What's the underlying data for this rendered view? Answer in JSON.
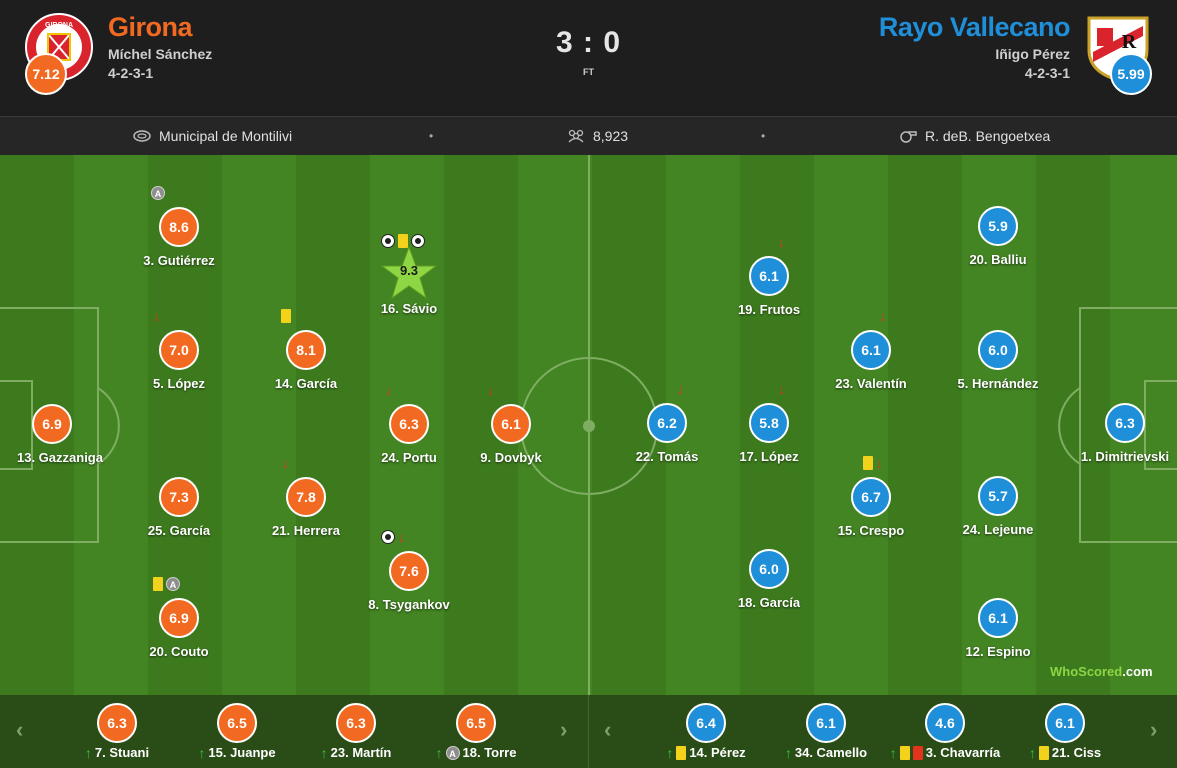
{
  "header": {
    "home_team": "Girona",
    "home_manager": "Míchel Sánchez",
    "home_formation": "4-2-3-1",
    "home_rating": "7.12",
    "away_team": "Rayo Vallecano",
    "away_manager": "Iñigo Pérez",
    "away_formation": "4-2-3-1",
    "away_rating": "5.99",
    "score": "3 : 0",
    "status": "FT",
    "home_crest_text": "GIRONA",
    "away_crest_text": "R"
  },
  "info": {
    "stadium": "Municipal de Montilivi",
    "attendance": "8,923",
    "referee": "R. deB. Bengoetxea",
    "stadium_icon": "stadium-icon",
    "attendance_icon": "people-icon",
    "referee_icon": "whistle-icon"
  },
  "home_players": [
    {
      "rating": "8.6",
      "name": "3. Gutiérrez"
    },
    {
      "rating": "7.0",
      "name": "5. López"
    },
    {
      "rating": "7.3",
      "name": "25. García"
    },
    {
      "rating": "6.9",
      "name": "20. Couto"
    },
    {
      "rating": "6.9",
      "name": "13. Gazzaniga"
    },
    {
      "rating": "8.1",
      "name": "14. García"
    },
    {
      "rating": "7.8",
      "name": "21. Herrera"
    },
    {
      "rating": "9.3",
      "name": "16. Sávio"
    },
    {
      "rating": "6.3",
      "name": "24. Portu"
    },
    {
      "rating": "7.6",
      "name": "8. Tsygankov"
    },
    {
      "rating": "6.1",
      "name": "9. Dovbyk"
    }
  ],
  "away_players": [
    {
      "rating": "6.2",
      "name": "22. Tomás"
    },
    {
      "rating": "6.1",
      "name": "19. Frutos"
    },
    {
      "rating": "5.8",
      "name": "17. López"
    },
    {
      "rating": "6.0",
      "name": "18. García"
    },
    {
      "rating": "6.1",
      "name": "23. Valentín"
    },
    {
      "rating": "6.7",
      "name": "15. Crespo"
    },
    {
      "rating": "5.9",
      "name": "20. Balliu"
    },
    {
      "rating": "6.0",
      "name": "5. Hernández"
    },
    {
      "rating": "5.7",
      "name": "24. Lejeune"
    },
    {
      "rating": "6.1",
      "name": "12. Espino"
    },
    {
      "rating": "6.3",
      "name": "1. Dimitrievski"
    }
  ],
  "captain_badge": "A",
  "home_subs": [
    {
      "rating": "6.3",
      "name": "7. Stuani"
    },
    {
      "rating": "6.5",
      "name": "15. Juanpe"
    },
    {
      "rating": "6.3",
      "name": "23. Martín"
    },
    {
      "rating": "6.5",
      "name": "18. Torre"
    }
  ],
  "away_subs": [
    {
      "rating": "6.4",
      "name": "14. Pérez"
    },
    {
      "rating": "6.1",
      "name": "34. Camello"
    },
    {
      "rating": "4.6",
      "name": "3. Chavarría"
    },
    {
      "rating": "6.1",
      "name": "21. Ciss"
    }
  ],
  "watermark": {
    "part1": "WhoScored",
    "part2": ".com"
  },
  "colors": {
    "home": "#f26a21",
    "away": "#1e8fd8",
    "pitch_dark": "#3d7a1e",
    "pitch_light": "#438423",
    "yellow_card": "#f2d21a",
    "sub_off": "#e2331c",
    "sub_on": "#37c23b",
    "motm": "#8ed644"
  }
}
